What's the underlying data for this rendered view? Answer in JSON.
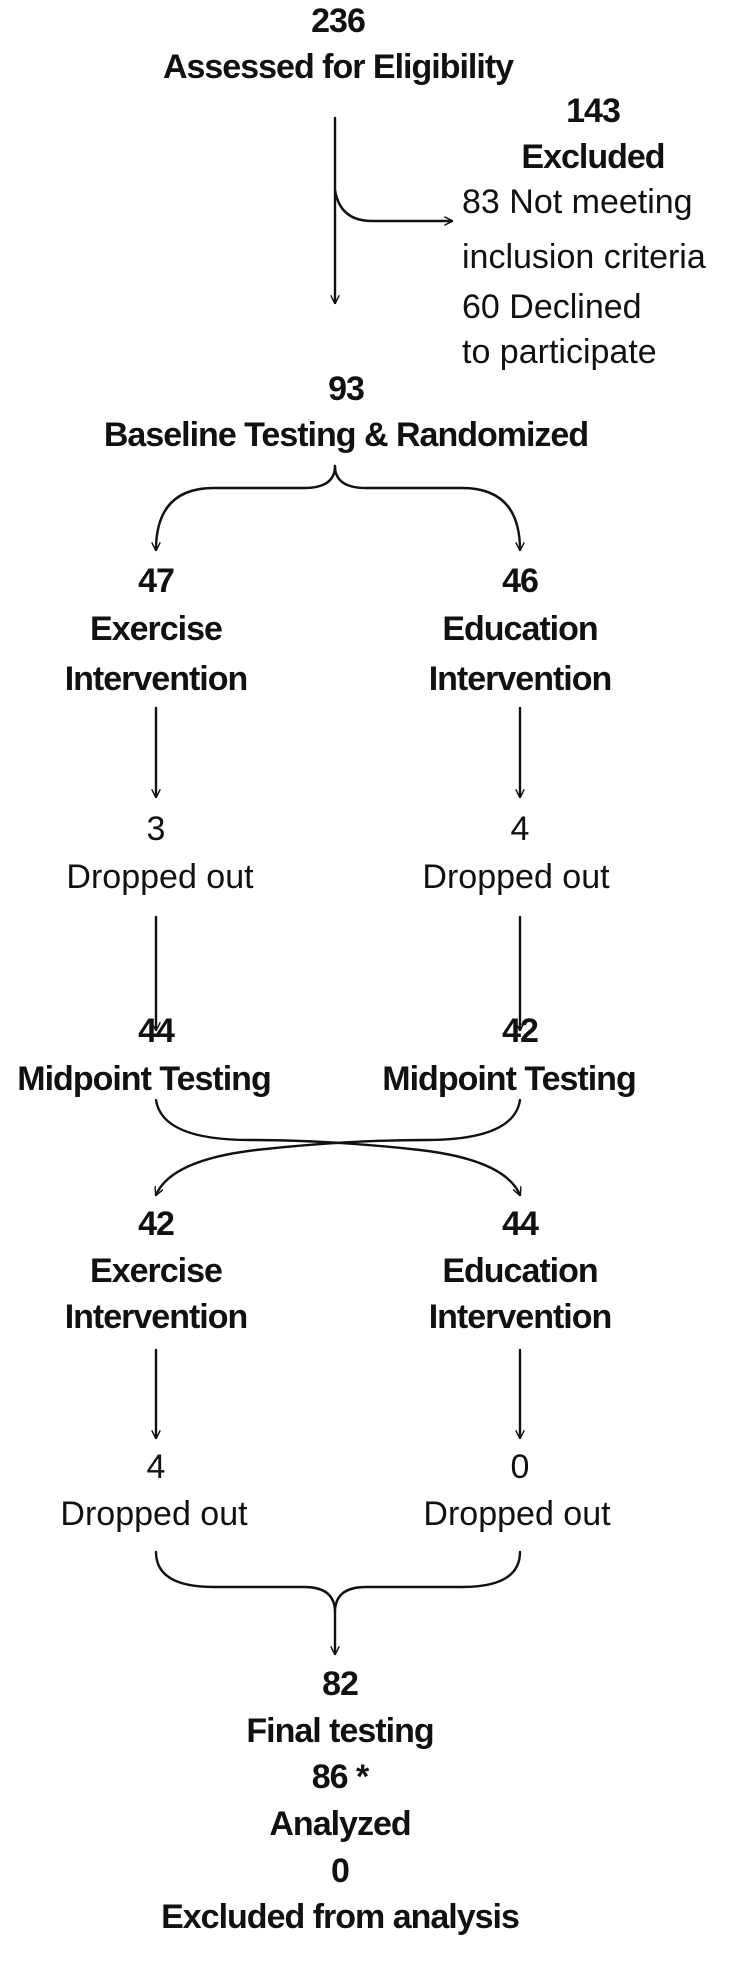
{
  "nodes": {
    "assessed": {
      "count": "236",
      "label": "Assessed for Eligibility"
    },
    "excluded": {
      "count": "143",
      "label": "Excluded",
      "lines": [
        "83 Not meeting",
        "inclusion criteria",
        "60 Declined",
        "to participate"
      ]
    },
    "baseline": {
      "count": "93",
      "label": "Baseline Testing & Randomized"
    },
    "exercise1": {
      "count": "47",
      "label_line1": "Exercise",
      "label_line2": "Intervention"
    },
    "education1": {
      "count": "46",
      "label_line1": "Education",
      "label_line2": "Intervention"
    },
    "dropout_exercise1": {
      "count": "3",
      "label": "Dropped out"
    },
    "dropout_education1": {
      "count": "4",
      "label": "Dropped out"
    },
    "midpoint_left": {
      "count": "44",
      "label": "Midpoint Testing"
    },
    "midpoint_right": {
      "count": "42",
      "label": "Midpoint Testing"
    },
    "exercise2": {
      "count": "42",
      "label_line1": "Exercise",
      "label_line2": "Intervention"
    },
    "education2": {
      "count": "44",
      "label_line1": "Education",
      "label_line2": "Intervention"
    },
    "dropout_exercise2": {
      "count": "4",
      "label": "Dropped out"
    },
    "dropout_education2": {
      "count": "0",
      "label": "Dropped out"
    },
    "final": {
      "count": "82",
      "label": "Final testing",
      "analyzed_count": "86 *",
      "analyzed_label": "Analyzed",
      "excluded_count": "0",
      "excluded_label": "Excluded from analysis"
    }
  }
}
